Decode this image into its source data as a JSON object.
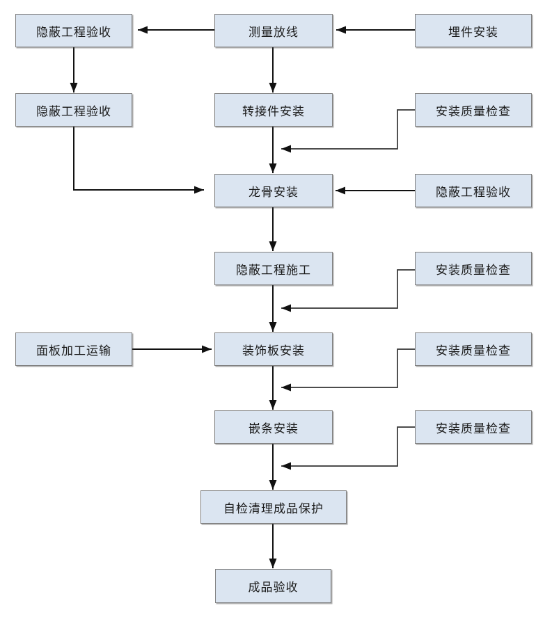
{
  "diagram_type": "flowchart",
  "colors": {
    "node_fill": "#dbe5f1",
    "node_border": "#7f7f7f",
    "arrow_color": "#111111",
    "feedback_color": "#333333",
    "text_color": "#1a1a1a",
    "page_bg": "#ffffff"
  },
  "nodes": [
    {
      "id": 0,
      "label": "隐蔽工程验收",
      "column": "left",
      "row": 1
    },
    {
      "id": 1,
      "label": "测量放线",
      "column": "center",
      "row": 1
    },
    {
      "id": 2,
      "label": "埋件安装",
      "column": "right",
      "row": 1
    },
    {
      "id": 3,
      "label": "隐蔽工程验收",
      "column": "left",
      "row": 2
    },
    {
      "id": 4,
      "label": "转接件安装",
      "column": "center",
      "row": 2
    },
    {
      "id": 5,
      "label": "安装质量检查",
      "column": "right",
      "row": 2
    },
    {
      "id": 6,
      "label": "龙骨安装",
      "column": "center",
      "row": 3
    },
    {
      "id": 7,
      "label": "隐蔽工程验收",
      "column": "right",
      "row": 3
    },
    {
      "id": 8,
      "label": "隐蔽工程施工",
      "column": "center",
      "row": 4
    },
    {
      "id": 9,
      "label": "安装质量检查",
      "column": "right",
      "row": 4
    },
    {
      "id": 10,
      "label": "面板加工运输",
      "column": "left",
      "row": 5
    },
    {
      "id": 11,
      "label": "装饰板安装",
      "column": "center",
      "row": 5
    },
    {
      "id": 12,
      "label": "安装质量检查",
      "column": "right",
      "row": 5
    },
    {
      "id": 13,
      "label": "嵌条安装",
      "column": "center",
      "row": 6
    },
    {
      "id": 14,
      "label": "安装质量检查",
      "column": "right",
      "row": 6
    },
    {
      "id": 15,
      "label": "自检清理成品保护",
      "column": "center",
      "row": 7
    },
    {
      "id": 16,
      "label": "成品验收",
      "column": "center",
      "row": 8
    }
  ],
  "edges": [
    {
      "from": "测量放线",
      "to": "隐蔽工程验收(行1)",
      "style": "straight-left"
    },
    {
      "from": "埋件安装",
      "to": "测量放线",
      "style": "straight-left"
    },
    {
      "from": "测量放线",
      "to": "转接件安装",
      "style": "straight-down"
    },
    {
      "from": "隐蔽工程验收(行1)",
      "to": "隐蔽工程验收(行2)",
      "style": "straight-down"
    },
    {
      "from": "转接件安装",
      "to": "龙骨安装",
      "style": "straight-down"
    },
    {
      "from": "安装质量检查(行2)",
      "to": "转接件安装→龙骨安装连线",
      "style": "elbow-feedback"
    },
    {
      "from": "隐蔽工程验收(行2)",
      "to": "龙骨安装",
      "style": "elbow-right"
    },
    {
      "from": "隐蔽工程验收(行3)",
      "to": "龙骨安装",
      "style": "straight-left"
    },
    {
      "from": "龙骨安装",
      "to": "隐蔽工程施工",
      "style": "straight-down"
    },
    {
      "from": "隐蔽工程施工",
      "to": "装饰板安装",
      "style": "straight-down"
    },
    {
      "from": "安装质量检查(行4)",
      "to": "隐蔽工程施工→装饰板安装连线",
      "style": "elbow-feedback"
    },
    {
      "from": "面板加工运输",
      "to": "装饰板安装",
      "style": "straight-right"
    },
    {
      "from": "装饰板安装",
      "to": "嵌条安装",
      "style": "straight-down"
    },
    {
      "from": "安装质量检查(行5)",
      "to": "装饰板安装→嵌条安装连线",
      "style": "elbow-feedback"
    },
    {
      "from": "嵌条安装",
      "to": "自检清理成品保护",
      "style": "straight-down"
    },
    {
      "from": "安装质量检查(行6)",
      "to": "嵌条安装→自检清理成品保护连线",
      "style": "elbow-feedback"
    },
    {
      "from": "自检清理成品保护",
      "to": "成品验收",
      "style": "straight-down"
    }
  ]
}
